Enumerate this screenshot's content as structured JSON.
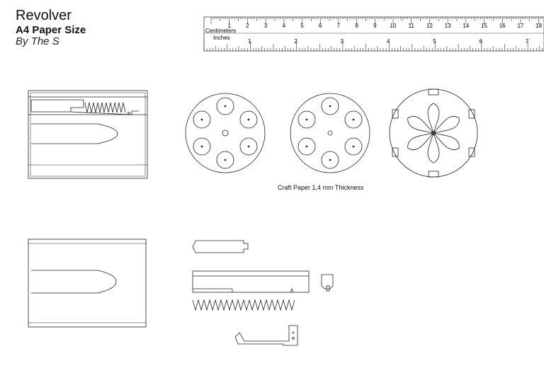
{
  "header": {
    "title": "Revolver",
    "subtitle": "A4 Paper Size",
    "author": "By The S"
  },
  "ruler": {
    "cm_label": "Centimeters",
    "in_label": "Inches",
    "cm_numbers": [
      "1",
      "2",
      "3",
      "4",
      "5",
      "6",
      "7",
      "8",
      "9",
      "10",
      "11",
      "12",
      "13",
      "14",
      "15",
      "16",
      "17",
      "18"
    ],
    "in_numbers": [
      "1",
      "2",
      "3",
      "4",
      "5",
      "6",
      "7"
    ]
  },
  "caption": "Craft Paper 1,4 mm Thickness"
}
